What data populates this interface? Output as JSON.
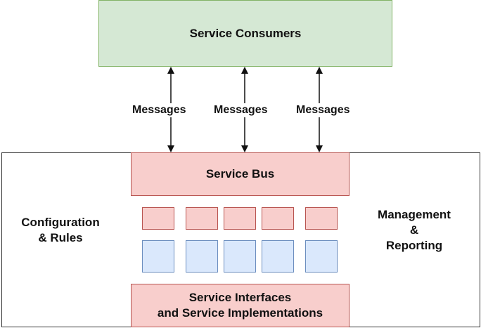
{
  "consumers": {
    "label": "Service Consumers"
  },
  "messages": {
    "labels": [
      "Messages",
      "Messages",
      "Messages"
    ]
  },
  "bus": {
    "label": "Service Bus"
  },
  "left_panel": {
    "line1": "Configuration",
    "line2": "& Rules"
  },
  "right_panel": {
    "line1": "Management",
    "line2": "&",
    "line3": "Reporting"
  },
  "interfaces": {
    "line1": "Service Interfaces",
    "line2": "and Service Implementations"
  },
  "colors": {
    "consumer_fill": "#d5e8d4",
    "consumer_stroke": "#82b366",
    "bus_fill": "#f8cecc",
    "bus_stroke": "#b85450",
    "service_fill": "#dae8fc",
    "service_stroke": "#6c8ebf"
  }
}
